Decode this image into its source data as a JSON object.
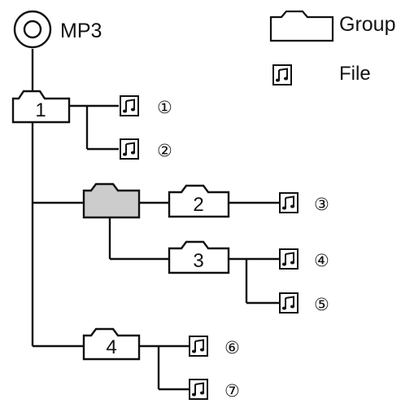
{
  "root": {
    "label": "MP3",
    "icon": "disc-icon"
  },
  "legend": {
    "group_label": "Group",
    "group_icon": "folder-icon",
    "file_label": "File",
    "file_icon": "music-file-icon"
  },
  "groups": [
    {
      "id": "group-1",
      "label": "1",
      "highlighted": false
    },
    {
      "id": "group-unnamed",
      "label": "",
      "highlighted": true
    },
    {
      "id": "group-2",
      "label": "2",
      "highlighted": false
    },
    {
      "id": "group-3",
      "label": "3",
      "highlighted": false
    },
    {
      "id": "group-4",
      "label": "4",
      "highlighted": false
    }
  ],
  "files": [
    "①",
    "②",
    "③",
    "④",
    "⑤",
    "⑥",
    "⑦"
  ],
  "colors": {
    "highlight_fill": "#cccccc",
    "line": "#111111"
  }
}
